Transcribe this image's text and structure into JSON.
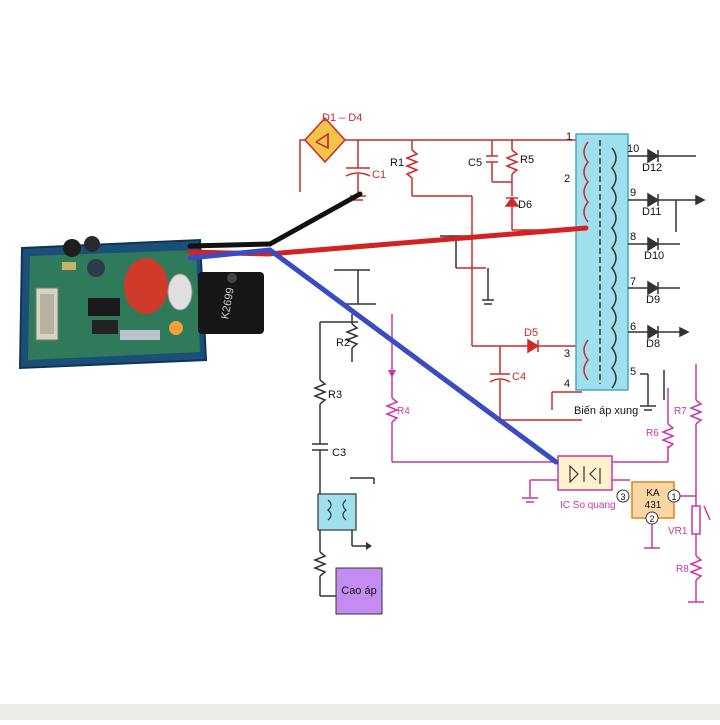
{
  "labels": {
    "d1_d4": "D1 – D4",
    "c1": "C1",
    "r1": "R1",
    "c5": "C5",
    "r5": "R5",
    "d6": "D6",
    "d5": "D5",
    "c4": "C4",
    "r2": "R2",
    "r3": "R3",
    "c3": "C3",
    "r4": "R4",
    "r6": "R6",
    "r7": "R7",
    "r8": "R8",
    "vr1": "VR1",
    "d12": "D12",
    "d11": "D11",
    "d10": "D10",
    "d9": "D9",
    "d8": "D8",
    "ic_so_quang": "IC So quang",
    "ka431_line1": "KA",
    "ka431_line2": "431",
    "transformer": "Biến áp xung",
    "cao_ap": "Cao áp",
    "pin1": "1",
    "pin2": "2",
    "pin3": "3",
    "pin4": "4",
    "pin5": "5",
    "pin6": "6",
    "pin7": "7",
    "pin8": "8",
    "pin9": "9",
    "pin10": "10",
    "ka_pin1": "1",
    "ka_pin2": "2",
    "ka_pin3": "3"
  },
  "board": {
    "chip_label": "K2699"
  },
  "colors": {
    "primary_red": "#cc2a2a",
    "magenta": "#c738a6",
    "orange": "#e0831c",
    "transformer_fill": "#9fe0ee",
    "dark": "#333333",
    "wire_black": "#111111",
    "wire_red": "#d42121",
    "wire_blue": "#3a4cc4",
    "cao_ap_fill": "#c48cf0"
  }
}
